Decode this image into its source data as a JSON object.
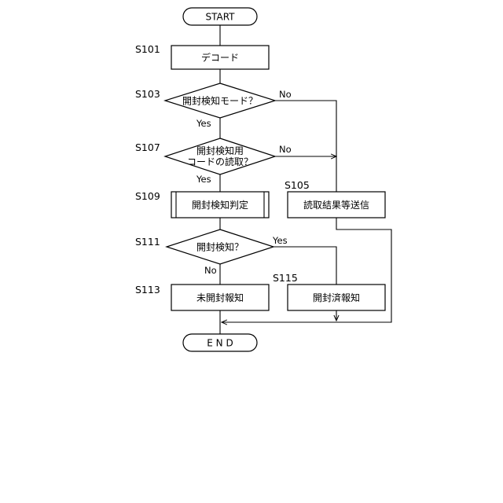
{
  "nodes": {
    "start": {
      "label": "START"
    },
    "s101": {
      "step": "S101",
      "label": "デコード"
    },
    "s103": {
      "step": "S103",
      "label": "開封検知モード？"
    },
    "s107": {
      "step": "S107",
      "label_line1": "開封検知用",
      "label_line2": "コードの読取？"
    },
    "s109": {
      "step": "S109",
      "label": "開封検知判定"
    },
    "s105": {
      "step": "S105",
      "label": "読取結果等送信"
    },
    "s111": {
      "step": "S111",
      "label": "開封検知？"
    },
    "s113": {
      "step": "S113",
      "label": "未開封報知"
    },
    "s115": {
      "step": "S115",
      "label": "開封済報知"
    },
    "end": {
      "label": "E N D"
    }
  },
  "branches": {
    "s103_yes": "Yes",
    "s103_no": "No",
    "s107_yes": "Yes",
    "s107_no": "No",
    "s111_yes": "Yes",
    "s111_no": "No"
  }
}
